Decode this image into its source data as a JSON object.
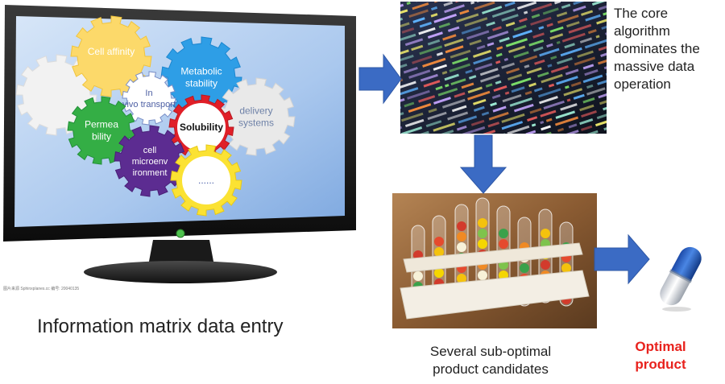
{
  "monitor": {
    "gears": [
      {
        "label": "Cell affinity"
      },
      {
        "label": "Metabolic stability"
      },
      {
        "label": "In vivo transport"
      },
      {
        "label": "delivery systems"
      },
      {
        "label": "Permea bility"
      },
      {
        "label": "Solubility"
      },
      {
        "label": "cell microenv ironment"
      },
      {
        "label": "......"
      }
    ],
    "watermark": "图片来源 Sphinxplanes.cc 编号: 20040135",
    "caption": "Information matrix data entry"
  },
  "algorithm": {
    "caption_lines": [
      "The core",
      "algorithm",
      "dominates the",
      "massive data",
      "operation"
    ]
  },
  "candidates": {
    "caption_lines": [
      "Several sub-optimal",
      "product candidates"
    ]
  },
  "optimal": {
    "caption_lines": [
      "Optimal",
      "product"
    ]
  },
  "colors": {
    "arrow": "#3b6bc4",
    "optimal_text": "#e8221d",
    "screen": "#bcd4f2"
  }
}
